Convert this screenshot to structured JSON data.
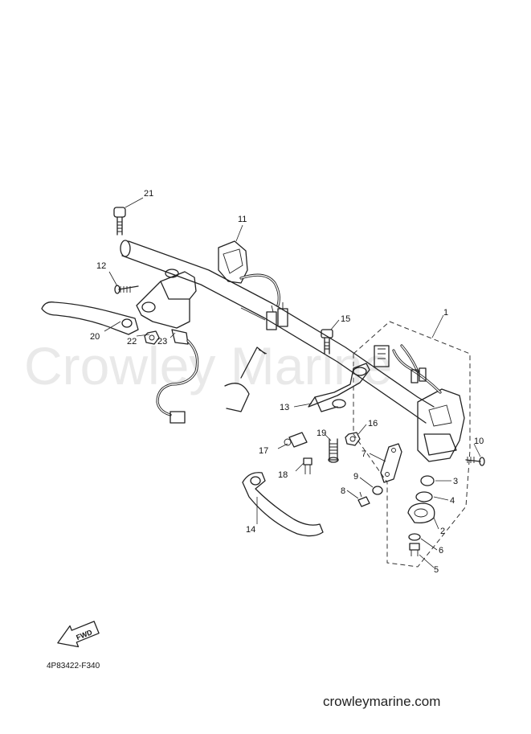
{
  "watermark": "Crowley Marine",
  "footer_site": "crowleymarine.com",
  "diagram_code": "4P83422-F340",
  "fwd_label": "FWD",
  "callouts": {
    "c1": "1",
    "c2": "2",
    "c3": "3",
    "c4": "4",
    "c5": "5",
    "c6": "6",
    "c7": "7",
    "c8": "8",
    "c9": "9",
    "c10": "10",
    "c11": "11",
    "c12": "12",
    "c13": "13",
    "c14": "14",
    "c15": "15",
    "c16": "16",
    "c17": "17",
    "c18": "18",
    "c19": "19",
    "c20": "20",
    "c21": "21",
    "c22": "22",
    "c23": "23"
  }
}
